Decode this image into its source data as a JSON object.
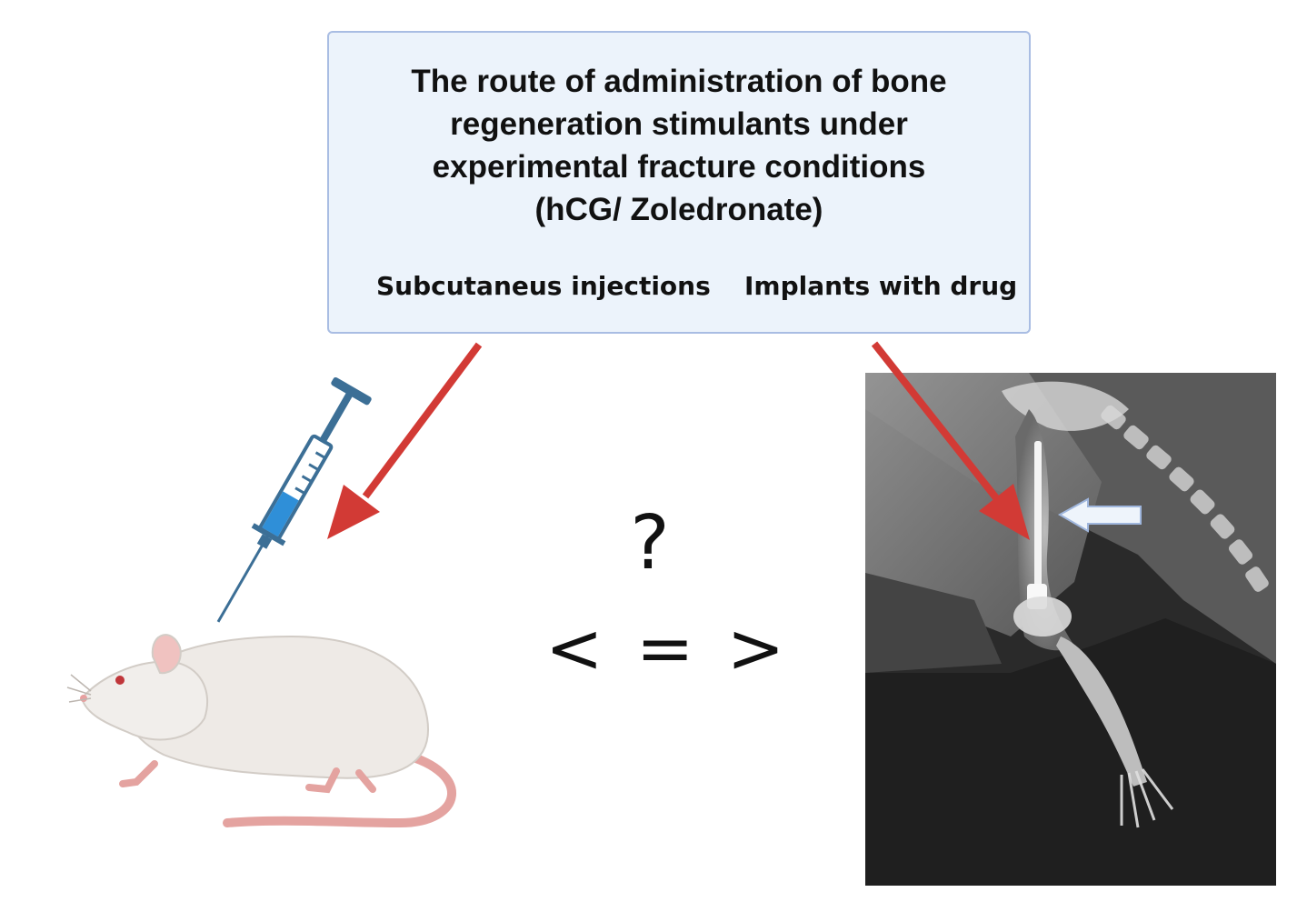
{
  "header": {
    "title_lines": [
      "The route of administration of bone",
      "regeneration stimulants under",
      "experimental fracture conditions",
      "(hCG/ Zoledronate)"
    ],
    "routes": {
      "left": "Subcutaneus injections",
      "right": "Implants with drug"
    }
  },
  "comparison": {
    "question": "?",
    "symbols": "< = >"
  },
  "icons": [
    "syringe-icon",
    "rat-icon",
    "xray-image",
    "arrow-icon"
  ],
  "colors": {
    "box_fill": "#ecf3fb",
    "box_border": "#a9bde3",
    "arrow": "#d23a35",
    "syringe": "#3c6f96",
    "syringe_fluid": "#2f8fd8"
  }
}
